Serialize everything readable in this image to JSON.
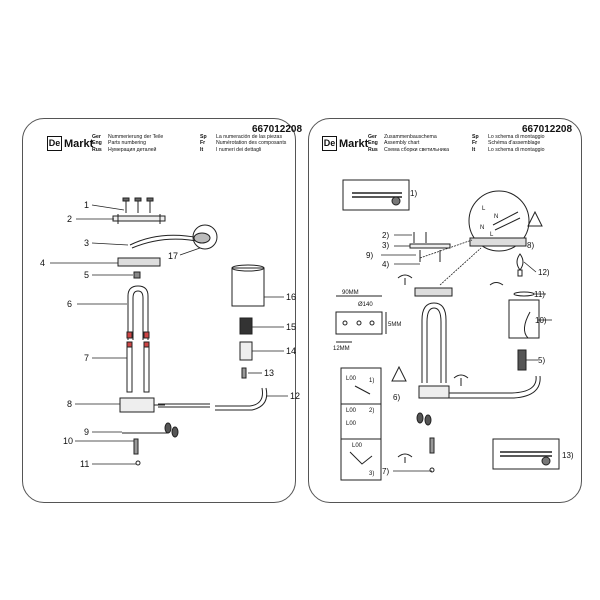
{
  "brand": {
    "box_letters": "De",
    "word": "Markt"
  },
  "left_page": {
    "code": "667012208",
    "headers": [
      {
        "lang": "Ger",
        "text": "Nummerierung der Teile"
      },
      {
        "lang": "Eng",
        "text": "Parts numbering"
      },
      {
        "lang": "Rus",
        "text": "Нумерация деталей"
      },
      {
        "lang": "Sp",
        "text": "La numeración de las piezas"
      },
      {
        "lang": "Fr",
        "text": "Numérotation des composants"
      },
      {
        "lang": "It",
        "text": "I numeri dei dettagli"
      }
    ],
    "part_numbers": [
      "1",
      "2",
      "3",
      "4",
      "5",
      "6",
      "7",
      "8",
      "9",
      "10",
      "11",
      "12",
      "13",
      "14",
      "15",
      "16",
      "17"
    ]
  },
  "right_page": {
    "code": "667012208",
    "headers": [
      {
        "lang": "Ger",
        "text": "Zusammenbauschema"
      },
      {
        "lang": "Eng",
        "text": "Assembly chart"
      },
      {
        "lang": "Rus",
        "text": "Схема сборки светильника"
      },
      {
        "lang": "Sp",
        "text": "Lo schema di montaggio"
      },
      {
        "lang": "Fr",
        "text": "Schéma d'assemblage"
      },
      {
        "lang": "It",
        "text": "Lo schema di montaggio"
      }
    ],
    "step_labels": [
      "1)",
      "2)",
      "3)",
      "4)",
      "5)",
      "6)",
      "7)",
      "8)",
      "9)",
      "10)",
      "11)",
      "12)",
      "13)"
    ],
    "dimensions": {
      "width": "90MM",
      "diameter": "Ø140",
      "depth": "5MM",
      "height": "12MM"
    },
    "wire_labels": [
      "L",
      "N",
      "N",
      "L"
    ],
    "sub_steps": [
      "1)",
      "2)",
      "3)"
    ],
    "wire_tags": [
      "L00",
      "L00",
      "L00",
      "L00"
    ]
  }
}
